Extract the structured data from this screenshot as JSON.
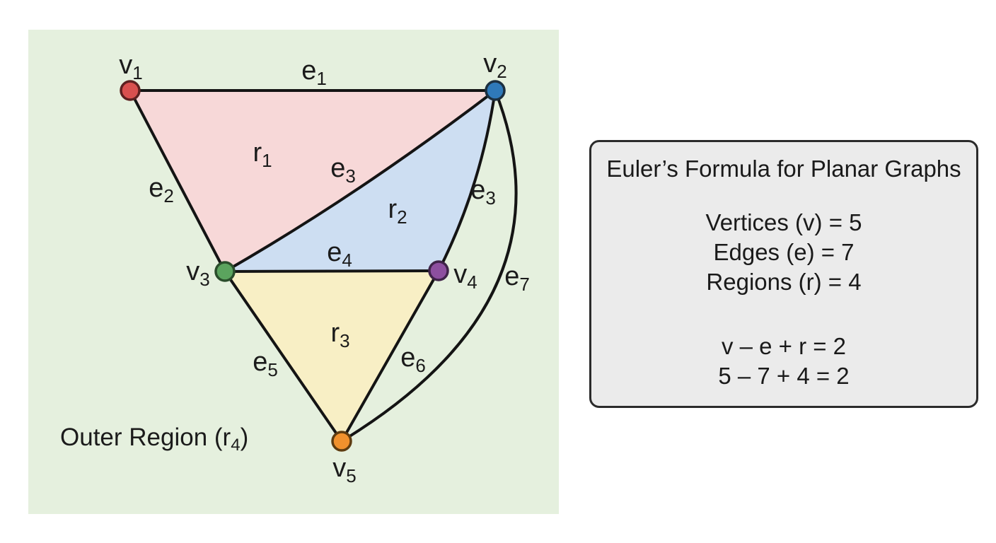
{
  "colors": {
    "page_bg": "#ffffff",
    "panel_bg": "#e5f0de",
    "box_bg": "#ebebeb",
    "box_border": "#2b2b2b",
    "edge": "#141414",
    "text": "#1b1b1b"
  },
  "graph_panel": {
    "vertices": [
      {
        "name": "v1",
        "pre": "v",
        "sub": "1",
        "fill": "#d9504f",
        "stroke": "#5d2020"
      },
      {
        "name": "v2",
        "pre": "v",
        "sub": "2",
        "fill": "#2f79ba",
        "stroke": "#1c2f40"
      },
      {
        "name": "v3",
        "pre": "v",
        "sub": "3",
        "fill": "#5ba45e",
        "stroke": "#2a4d2b"
      },
      {
        "name": "v4",
        "pre": "v",
        "sub": "4",
        "fill": "#8d4f9f",
        "stroke": "#3f2349"
      },
      {
        "name": "v5",
        "pre": "v",
        "sub": "5",
        "fill": "#f0912d",
        "stroke": "#5e3c10"
      }
    ],
    "edge_labels": [
      {
        "pre": "e",
        "sub": "1"
      },
      {
        "pre": "e",
        "sub": "2"
      },
      {
        "pre": "e",
        "sub": "3"
      },
      {
        "pre": "e",
        "sub": "3"
      },
      {
        "pre": "e",
        "sub": "4"
      },
      {
        "pre": "e",
        "sub": "5"
      },
      {
        "pre": "e",
        "sub": "6"
      },
      {
        "pre": "e",
        "sub": "7"
      }
    ],
    "region_labels": [
      {
        "pre": "r",
        "sub": "1",
        "fill": "#f7d8d8"
      },
      {
        "pre": "r",
        "sub": "2",
        "fill": "#cddef2"
      },
      {
        "pre": "r",
        "sub": "3",
        "fill": "#f8efc5"
      }
    ],
    "outer_region_label": {
      "pre": "Outer Region (r",
      "sub": "4",
      "post": ")"
    }
  },
  "formula_box": {
    "title": "Euler’s Formula for Planar Graphs",
    "stats": [
      "Vertices (v) = 5",
      "Edges (e) = 7",
      "Regions (r) = 4"
    ],
    "equations": [
      "v – e + r = 2",
      "5 – 7 + 4 = 2"
    ]
  }
}
